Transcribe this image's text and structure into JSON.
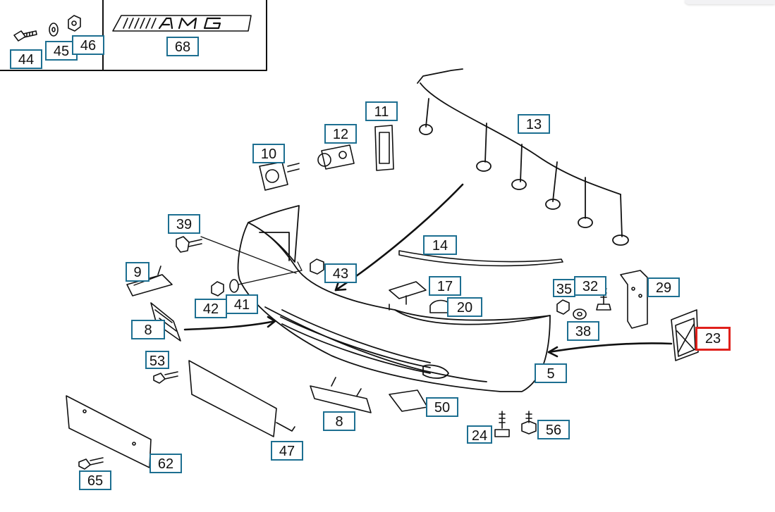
{
  "header_box": {
    "logo_text": "AMG",
    "labels": [
      "44",
      "45",
      "46",
      "68"
    ]
  },
  "callouts": {
    "c5": "5",
    "c8a": "8",
    "c8b": "8",
    "c9": "9",
    "c10": "10",
    "c11": "11",
    "c12": "12",
    "c13": "13",
    "c14": "14",
    "c17": "17",
    "c20": "20",
    "c23": "23",
    "c24": "24",
    "c29": "29",
    "c32": "32",
    "c35": "35",
    "c38": "38",
    "c39": "39",
    "c41": "41",
    "c42": "42",
    "c43": "43",
    "c47": "47",
    "c50": "50",
    "c53": "53",
    "c56": "56",
    "c62": "62",
    "c65": "65"
  },
  "highlight": {
    "label": "23",
    "color": "#e0201b"
  },
  "colors": {
    "callout_border": "#1d6f91",
    "line": "#111111"
  }
}
